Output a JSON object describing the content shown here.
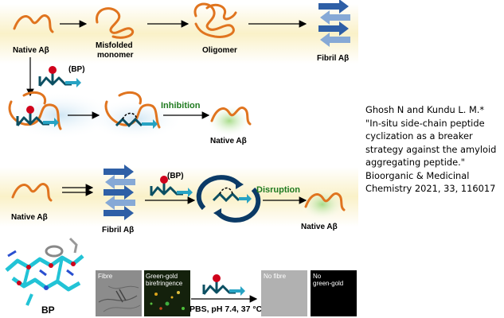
{
  "row1": {
    "native": "Native Aβ",
    "misfolded_line1": "Misfolded",
    "misfolded_line2": "monomer",
    "oligomer": "Oligomer",
    "fibril": "Fibril Aβ"
  },
  "row2": {
    "bp": "(BP)",
    "inhibition": "Inhibition",
    "native": "Native Aβ"
  },
  "row3": {
    "native_left": "Native Aβ",
    "fibril": "Fibril Aβ",
    "bp": "(BP)",
    "disruption": "Disruption",
    "native_right": "Native Aβ"
  },
  "bottom": {
    "bp_label": "BP",
    "fibre": "Fibre",
    "green_gold_1": "Green-gold",
    "green_gold_2": "birefringence",
    "conditions": "PBS, pH 7.4, 37 °C",
    "no_fibre": "No fibre",
    "no_1": "No",
    "no_2": "green-gold"
  },
  "citation": {
    "lines": [
      "Ghosh N and Kundu L. M.*",
      "\"In-situ side-chain peptide",
      "cyclization as a breaker",
      "strategy against the amyloid",
      "aggregating peptide.\"",
      "Bioorganic & Medicinal",
      "Chemistry 2021, 33, 116017"
    ]
  },
  "colors": {
    "peptide": "#e0741f",
    "fibril_dark": "#2e5fa6",
    "fibril_light": "#86a9d6",
    "bp_dark": "#0b4f62",
    "bp_light": "#27a3c4",
    "bp_red": "#d0021b",
    "inhibition_text": "#1f7a1f",
    "band": "#fbf4d0"
  }
}
